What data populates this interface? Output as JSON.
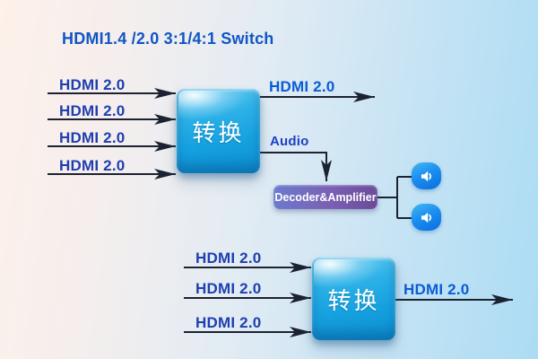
{
  "title": "HDMI1.4 /2.0 3:1/4:1 Switch",
  "top_diagram": {
    "inputs": [
      "HDMI 2.0",
      "HDMI 2.0",
      "HDMI 2.0",
      "HDMI 2.0"
    ],
    "switch_label": "转换",
    "output_label": "HDMI 2.0",
    "audio_label": "Audio",
    "decoder_label": "Decoder&Amplifier",
    "speaker_icon_count": 2
  },
  "bottom_diagram": {
    "inputs": [
      "HDMI 2.0",
      "HDMI 2.0",
      "HDMI 2.0"
    ],
    "switch_label": "转换",
    "output_label": "HDMI 2.0"
  },
  "colors": {
    "background_left": "#fdf1ea",
    "background_right": "#abdcf4",
    "title_blue": "#1155c5",
    "input_label_blue": "#1e3fb0",
    "output_label_blue": "#0b5cd6",
    "wire_dark": "#1c2231",
    "switch_box_cyan": "#15a0df",
    "decoder_purple": "#6b4a98",
    "speaker_blue": "#0a6ede"
  }
}
